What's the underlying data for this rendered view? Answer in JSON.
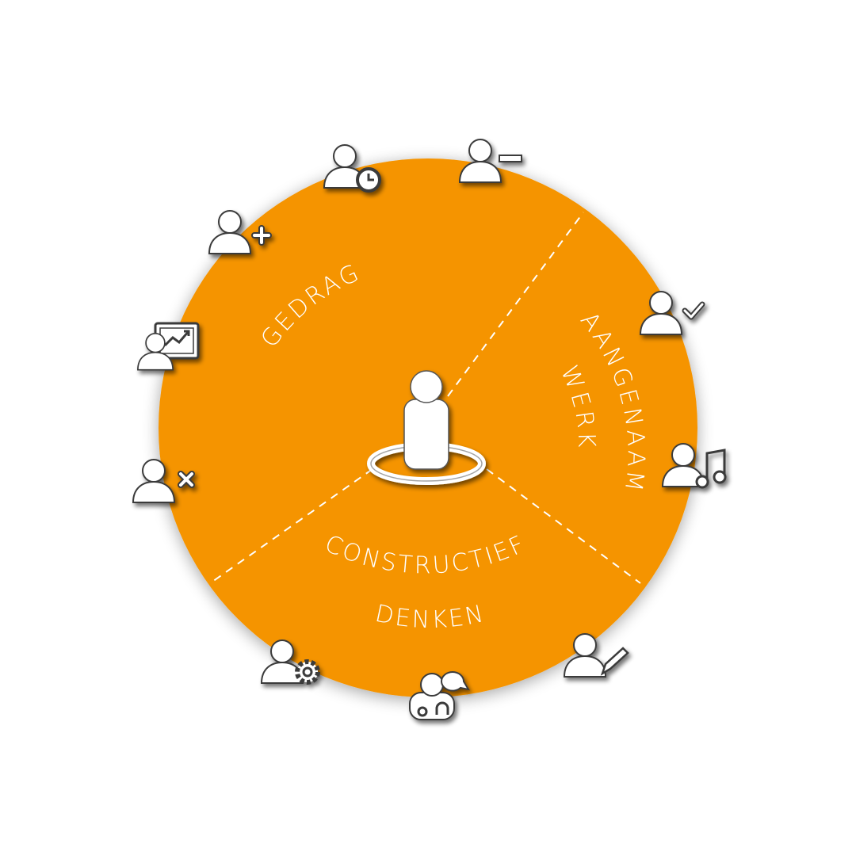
{
  "segments": [
    {
      "id": "gedrag",
      "label": "GEDRAG"
    },
    {
      "id": "aangenaam",
      "label": "AANGENAAM WERK"
    },
    {
      "id": "constructief",
      "label": "CONSTRUCTIEF DENKEN"
    }
  ],
  "labels": {
    "gedrag": "GEDRAG",
    "aangenaam": "AANGENAAM",
    "werk": "WERK",
    "constructief": "CONSTRUCTIEF",
    "denken": "DENKEN"
  },
  "colors": {
    "circle": "#F59402",
    "icon_fill": "#ffffff",
    "icon_stroke": "#3a3a3a",
    "divider": "#ffffff",
    "label": "#ffffff"
  },
  "icons": [
    {
      "name": "user-clock-icon"
    },
    {
      "name": "user-minus-icon"
    },
    {
      "name": "user-plus-icon"
    },
    {
      "name": "user-check-icon"
    },
    {
      "name": "user-presentation-icon"
    },
    {
      "name": "user-music-icon"
    },
    {
      "name": "user-remove-icon"
    },
    {
      "name": "user-edit-icon"
    },
    {
      "name": "user-settings-icon"
    },
    {
      "name": "user-support-icon"
    },
    {
      "name": "center-person-icon"
    }
  ]
}
